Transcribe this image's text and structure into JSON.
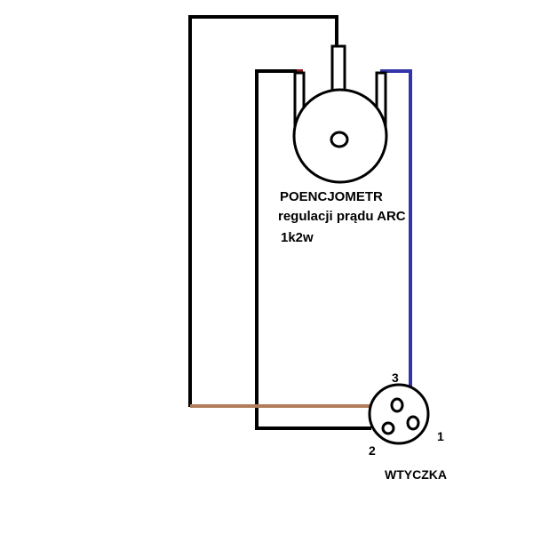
{
  "potentiometer": {
    "label_line1": "POENCJOMETR",
    "label_line2": "regulacji prądu ARC",
    "label_line3": "1k2w"
  },
  "plug": {
    "label": "WTYCZKA",
    "pins": {
      "pin1": "1",
      "pin2": "2",
      "pin3": "3"
    }
  },
  "colors": {
    "wire_black": "#000000",
    "wire_blue": "#3333aa",
    "wire_brown": "#b07c5c",
    "wire_red": "#8b1a1a",
    "background": "#ffffff"
  }
}
